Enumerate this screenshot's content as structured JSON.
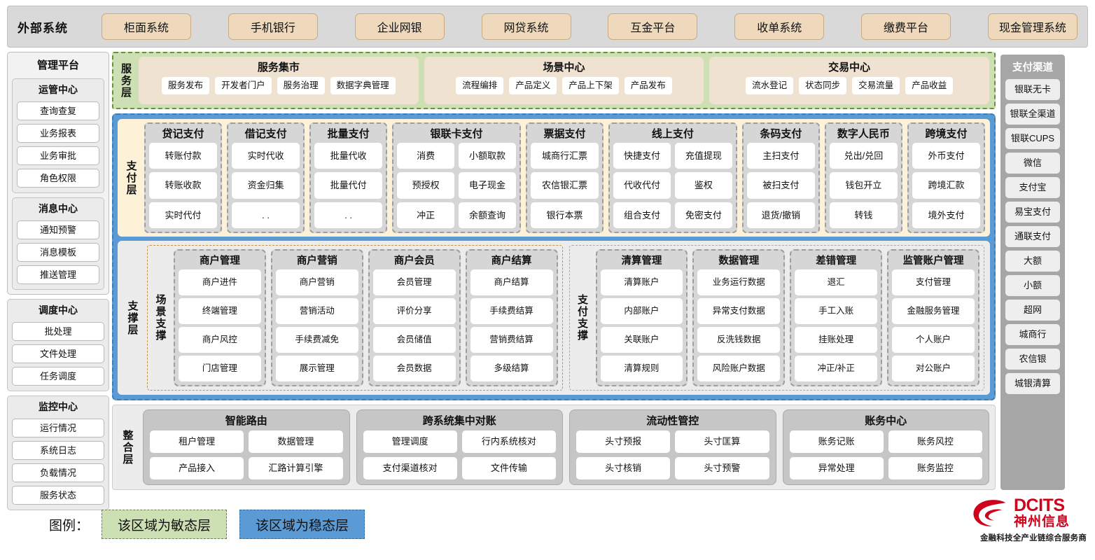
{
  "external": {
    "title": "外部系统",
    "items": [
      "柜面系统",
      "手机银行",
      "企业网银",
      "网贷系统",
      "互金平台",
      "收单系统",
      "缴费平台",
      "现金管理系统"
    ]
  },
  "management": {
    "title": "管理平台",
    "groups": [
      {
        "title": "运管中心",
        "items": [
          "查询查复",
          "业务报表",
          "业务审批",
          "角色权限"
        ]
      },
      {
        "title": "消息中心",
        "items": [
          "通知预警",
          "消息模板",
          "推送管理"
        ]
      }
    ],
    "standalone": [
      {
        "title": "调度中心",
        "items": [
          "批处理",
          "文件处理",
          "任务调度"
        ]
      },
      {
        "title": "监控中心",
        "items": [
          "运行情况",
          "系统日志",
          "负载情况",
          "服务状态"
        ]
      }
    ]
  },
  "service_layer": {
    "label": "服务层",
    "cards": [
      {
        "title": "服务集市",
        "items": [
          "服务发布",
          "开发者门户",
          "服务治理",
          "数据字典管理"
        ]
      },
      {
        "title": "场景中心",
        "items": [
          "流程编排",
          "产品定义",
          "产品上下架",
          "产品发布"
        ]
      },
      {
        "title": "交易中心",
        "items": [
          "流水登记",
          "状态同步",
          "交易流量",
          "产品收益"
        ]
      }
    ]
  },
  "payment_layer": {
    "label": "支付层",
    "groups": [
      {
        "title": "贷记支付",
        "cols": 1,
        "items": [
          "转账付款",
          "转账收款",
          "实时代付"
        ]
      },
      {
        "title": "借记支付",
        "cols": 1,
        "items": [
          "实时代收",
          "资金归集",
          ". ."
        ]
      },
      {
        "title": "批量支付",
        "cols": 1,
        "items": [
          "批量代收",
          "批量代付",
          ". ."
        ]
      },
      {
        "title": "银联卡支付",
        "cols": 2,
        "items": [
          "消费",
          "小额取款",
          "预授权",
          "电子现金",
          "冲正",
          "余额查询"
        ]
      },
      {
        "title": "票据支付",
        "cols": 1,
        "items": [
          "城商行汇票",
          "农信银汇票",
          "银行本票"
        ]
      },
      {
        "title": "线上支付",
        "cols": 2,
        "items": [
          "快捷支付",
          "充值提现",
          "代收代付",
          "鉴权",
          "组合支付",
          "免密支付"
        ]
      },
      {
        "title": "条码支付",
        "cols": 1,
        "items": [
          "主扫支付",
          "被扫支付",
          "退货/撤销"
        ]
      },
      {
        "title": "数字人民币",
        "cols": 1,
        "items": [
          "兑出/兑回",
          "钱包开立",
          "转钱"
        ]
      },
      {
        "title": "跨境支付",
        "cols": 1,
        "items": [
          "外币支付",
          "跨境汇款",
          "境外支付"
        ]
      }
    ]
  },
  "support_layer": {
    "label": "支撑层",
    "zones": [
      {
        "label": "场景支撑",
        "groups": [
          {
            "title": "商户管理",
            "items": [
              "商户进件",
              "终端管理",
              "商户风控",
              "门店管理"
            ]
          },
          {
            "title": "商户营销",
            "items": [
              "商户营销",
              "营销活动",
              "手续费减免",
              "展示管理"
            ]
          },
          {
            "title": "商户会员",
            "items": [
              "会员管理",
              "评价分享",
              "会员储值",
              "会员数据"
            ]
          },
          {
            "title": "商户结算",
            "items": [
              "商户结算",
              "手续费结算",
              "营销费结算",
              "多级结算"
            ]
          }
        ]
      },
      {
        "label": "支付支撑",
        "groups": [
          {
            "title": "清算管理",
            "items": [
              "清算账户",
              "内部账户",
              "关联账户",
              "清算规则"
            ]
          },
          {
            "title": "数据管理",
            "items": [
              "业务运行数据",
              "异常支付数据",
              "反洗钱数据",
              "风险账户数据"
            ]
          },
          {
            "title": "差错管理",
            "items": [
              "退汇",
              "手工入账",
              "挂账处理",
              "冲正/补正"
            ]
          },
          {
            "title": "监管账户管理",
            "items": [
              "支付管理",
              "金融服务管理",
              "个人账户",
              "对公账户"
            ]
          }
        ]
      }
    ]
  },
  "integration_layer": {
    "label": "整合层",
    "cards": [
      {
        "title": "智能路由",
        "items": [
          "租户管理",
          "数据管理",
          "产品接入",
          "汇路计算引擎"
        ]
      },
      {
        "title": "跨系统集中对账",
        "items": [
          "管理调度",
          "行内系统核对",
          "支付渠道核对",
          "文件传输"
        ]
      },
      {
        "title": "流动性管控",
        "items": [
          "头寸预报",
          "头寸匡算",
          "头寸核销",
          "头寸预警"
        ]
      },
      {
        "title": "账务中心",
        "items": [
          "账务记账",
          "账务风控",
          "异常处理",
          "账务监控"
        ]
      }
    ]
  },
  "channels": {
    "title": "支付渠道",
    "items": [
      "银联无卡",
      "银联全渠道",
      "银联CUPS",
      "微信",
      "支付宝",
      "易宝支付",
      "通联支付",
      "大额",
      "小额",
      "超网",
      "城商行",
      "农信银",
      "城银清算"
    ]
  },
  "legend": {
    "label": "图例：",
    "agile": "该区域为敏态层",
    "stable": "该区域为稳态层"
  },
  "logo": {
    "en": "DCITS",
    "cn": "神州信息",
    "tagline": "金融科技全产业链综合服务商"
  },
  "colors": {
    "agile_green": "#cde0b4",
    "stable_blue": "#5b9bd5",
    "external_tan": "#eed9bd",
    "payment_cream": "#fdf2d8",
    "brand_red": "#d0021b"
  }
}
